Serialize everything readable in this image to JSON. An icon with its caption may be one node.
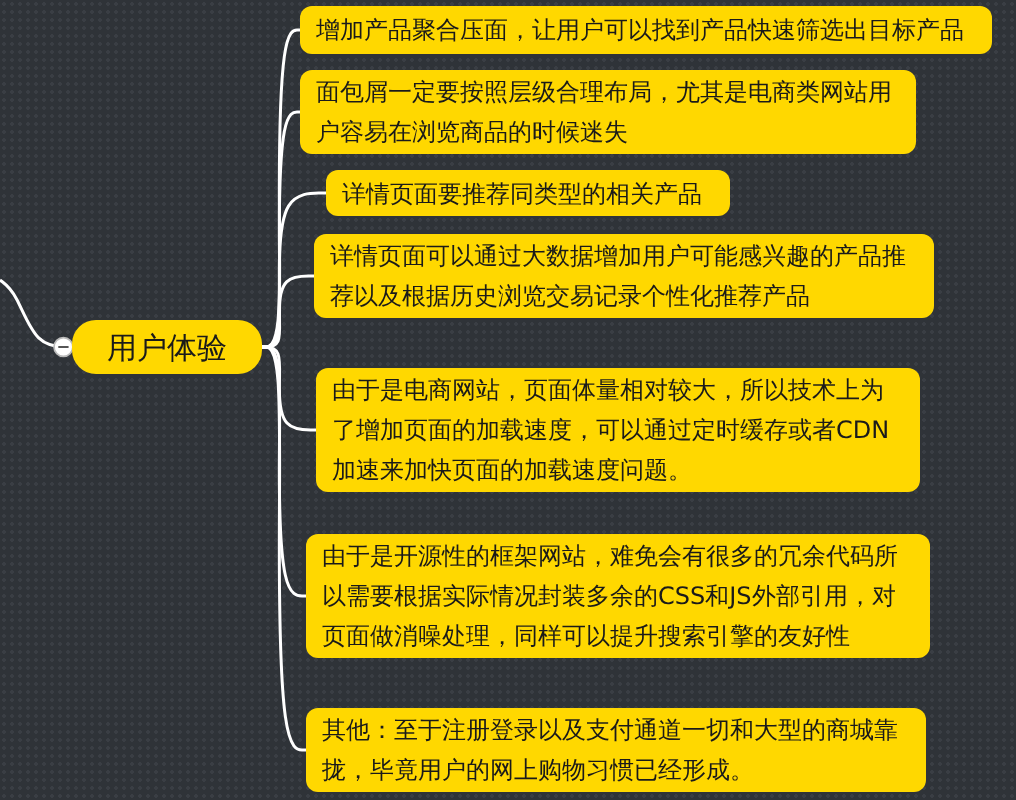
{
  "diagram": {
    "nodes": [
      {
        "text": [
          "用户体验"
        ]
      },
      {
        "text": [
          "增加产品聚合压面，让用户可以找到产品快速筛选出目标产品"
        ]
      },
      {
        "text": [
          "面包屑一定要按照层级合理布局，尤其是电商类网站用户容易在浏览商品的时候迷失"
        ]
      },
      {
        "text": [
          "详情页面要推荐同类型的相关产品"
        ]
      },
      {
        "text": [
          "详情页面可以通过大数据增加用户可能感兴趣的产品推荐以及根据历史浏览交易记录个性化推荐产品"
        ]
      },
      {
        "text": [
          "由于是电商网站，页面体量相对较大，所以技术上为了增加页面的加载速度，可以通过定时缓存或者CDN加速来加快页面的加载速度问题。"
        ]
      },
      {
        "text": [
          "由于是开源性的框架网站，难免会有很多的冗余代码所以需要根据实际情况封装多余的CSS和JS外部引用，对页面做消噪处理，同样可以提升搜索引擎的友好性"
        ]
      },
      {
        "text": [
          "其他：至于注册登录以及支付通道一切和大型的商城靠拢，毕竟用户的网上购物习惯已经形成。"
        ]
      }
    ],
    "edges": [
      {
        "from": null,
        "to": 0,
        "arrow": "other"
      },
      {
        "from": 0,
        "to": 1,
        "arrow": "none"
      },
      {
        "from": 0,
        "to": 2,
        "arrow": "none"
      },
      {
        "from": 0,
        "to": 3,
        "arrow": "none"
      },
      {
        "from": 0,
        "to": 4,
        "arrow": "none"
      },
      {
        "from": 0,
        "to": 5,
        "arrow": "none"
      },
      {
        "from": 0,
        "to": 6,
        "arrow": "none"
      },
      {
        "from": 0,
        "to": 7,
        "arrow": "none"
      }
    ]
  }
}
